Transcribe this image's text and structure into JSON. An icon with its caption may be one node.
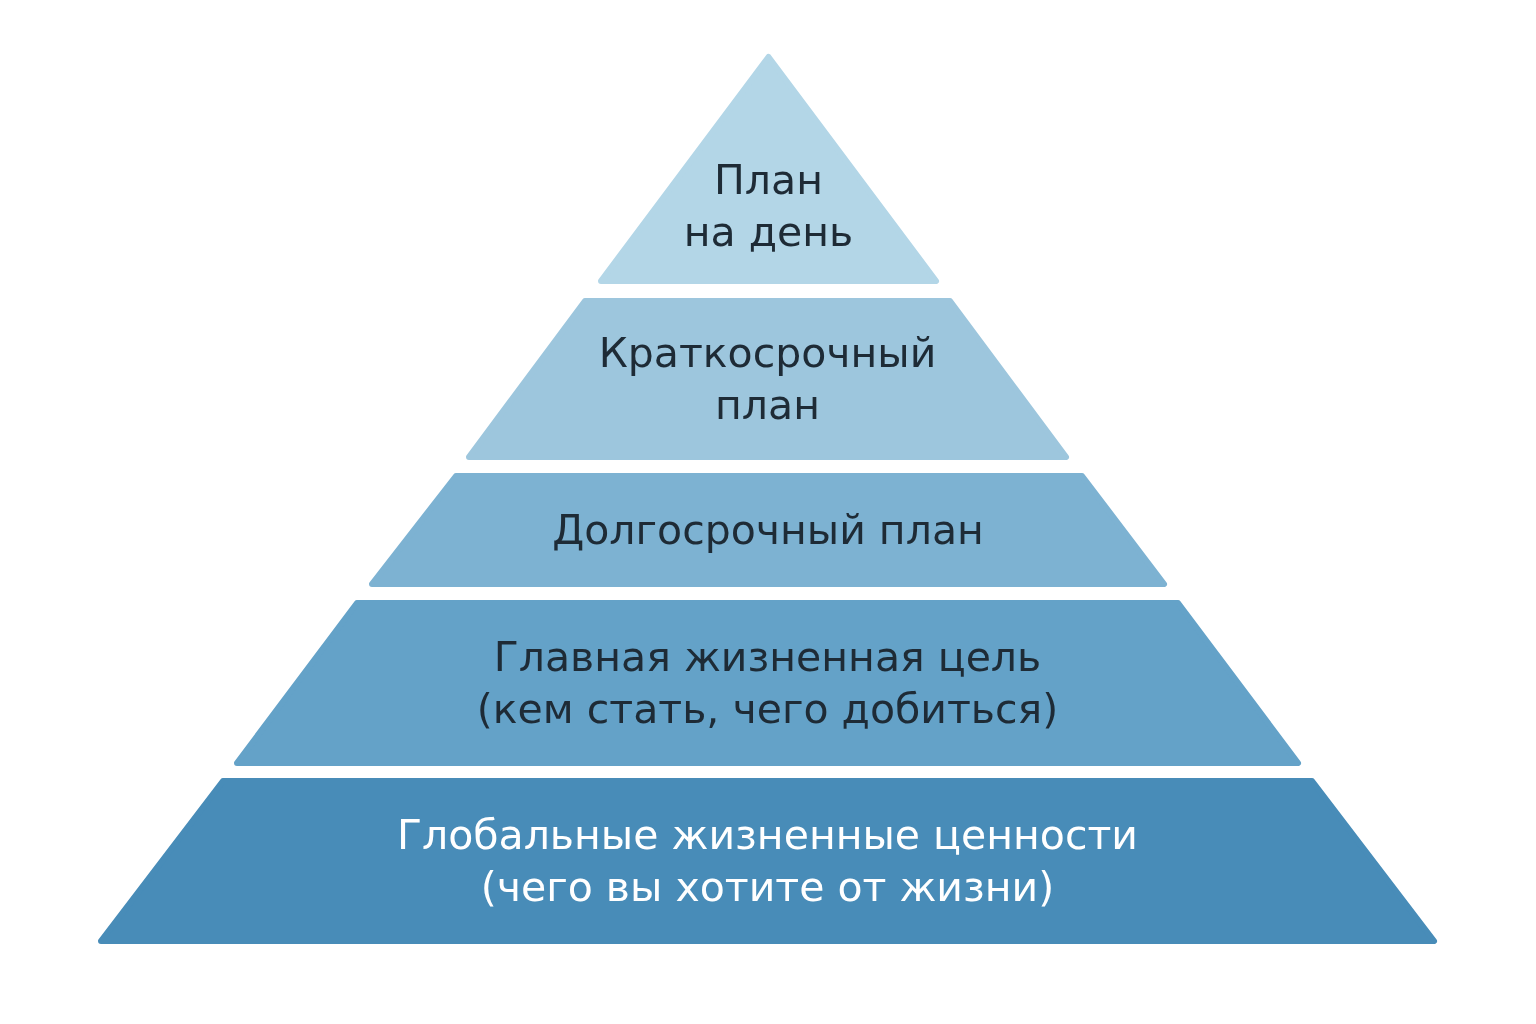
{
  "diagram": {
    "nodes": [
      {
        "text": [
          "План на день"
        ]
      },
      {
        "text": [
          "Краткосрочный план"
        ]
      },
      {
        "text": [
          "Долгосрочный план"
        ]
      },
      {
        "text": [
          "Главная жизненная цель",
          "(кем стать, чего добиться)"
        ]
      },
      {
        "text": [
          "Глобальные жизненные ценности",
          "(чего вы хотите от жизни)"
        ]
      }
    ]
  }
}
